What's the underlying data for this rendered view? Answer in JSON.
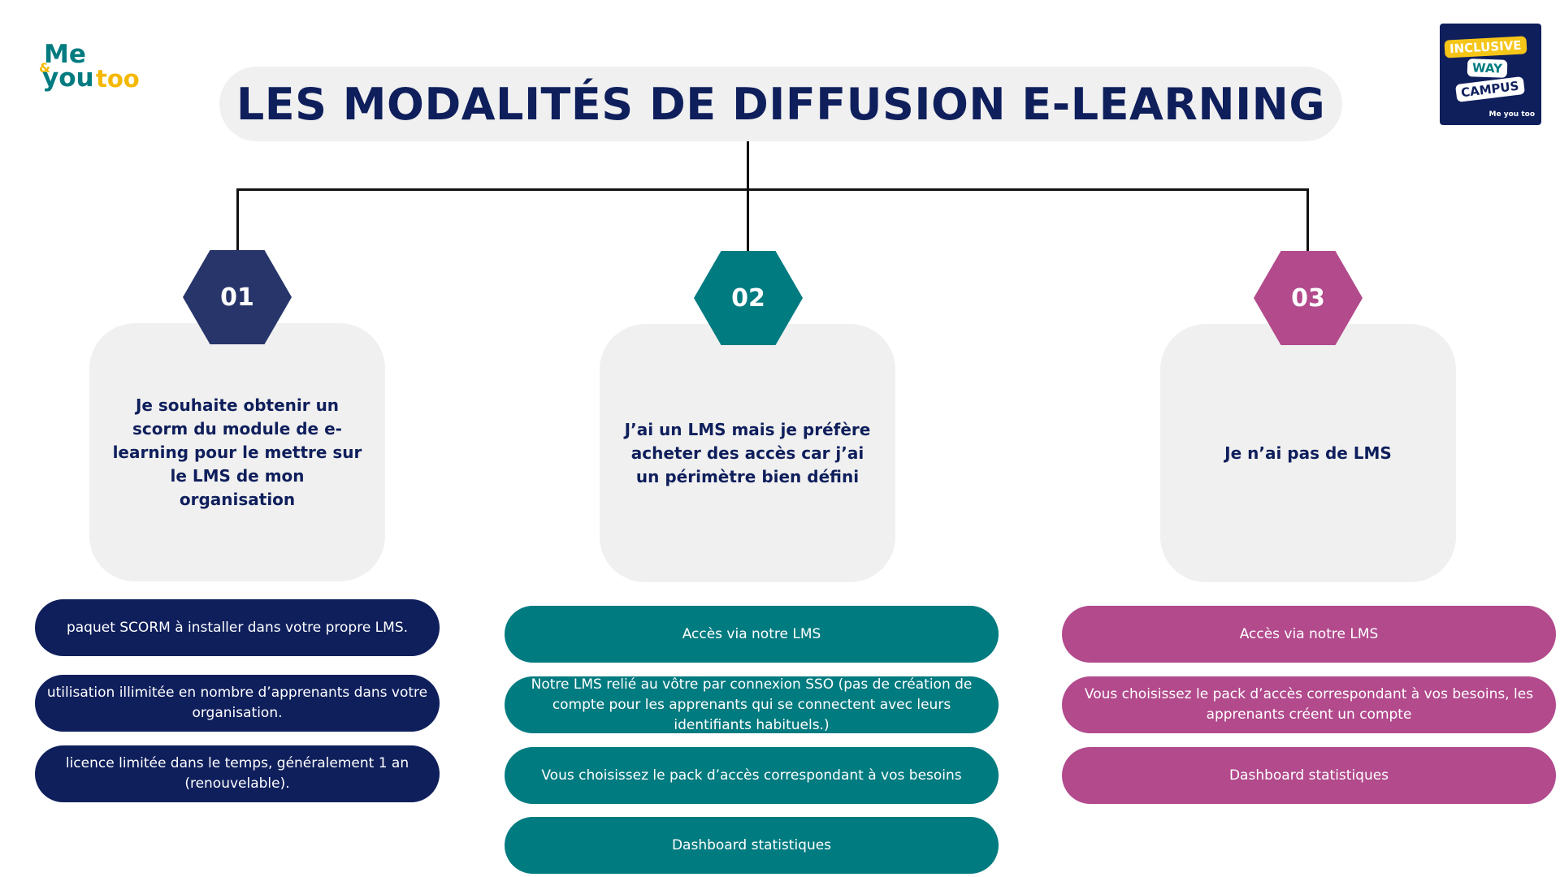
{
  "header": {
    "title": "LES MODALITÉS DE DIFFUSION E-LEARNING"
  },
  "logo_left": {
    "line1": "Me",
    "amp": "&",
    "line2a": "you",
    "line2b": "too"
  },
  "logo_right": {
    "word1": "INCLUSIVE",
    "word2": "WAY",
    "word3": "CAMPUS",
    "brand": "Me you too"
  },
  "colors": {
    "navy": "#0f1f5c",
    "teal": "#007b80",
    "magenta": "#b24a8c",
    "card": "#f0f0f0"
  },
  "columns": [
    {
      "number": "01",
      "question": "Je souhaite obtenir un scorm du module de e-learning pour le mettre sur le LMS de mon organisation",
      "items": [
        "paquet SCORM à installer dans votre propre LMS.",
        "utilisation illimitée en nombre d’apprenants dans votre organisation.",
        "licence limitée dans le temps, généralement 1 an (renouvelable)."
      ]
    },
    {
      "number": "02",
      "question": "J’ai un LMS mais je préfère acheter des accès car j’ai un périmètre bien défini",
      "items": [
        "Accès via notre LMS",
        "Notre LMS relié au vôtre par connexion SSO (pas de création de compte pour les apprenants qui se connectent avec leurs identifiants habituels.)",
        "Vous choisissez le pack d’accès correspondant à vos besoins",
        "Dashboard statistiques"
      ]
    },
    {
      "number": "03",
      "question": "Je n’ai pas de LMS",
      "items": [
        "Accès via notre LMS",
        "Vous choisissez le pack d’accès correspondant à vos besoins, les apprenants créent un compte",
        "Dashboard statistiques"
      ]
    }
  ]
}
